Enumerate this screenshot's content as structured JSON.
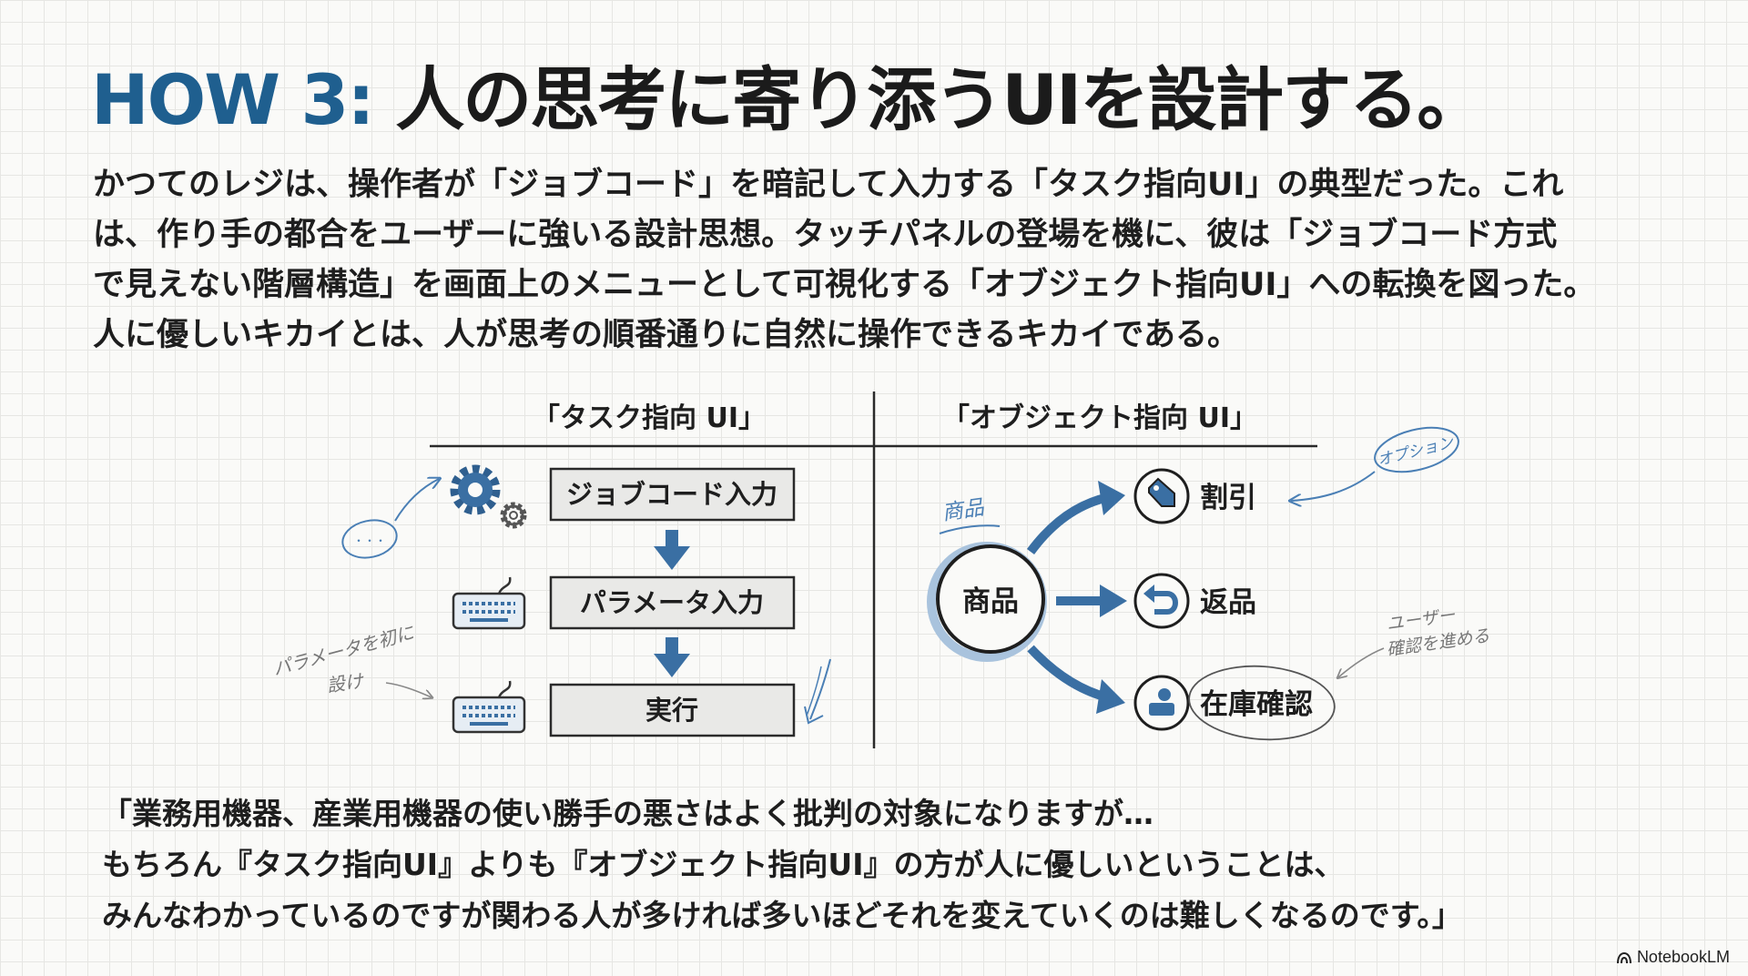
{
  "title": {
    "lead": "HOW 3:",
    "rest": "人の思考に寄り添うUIを設計する。"
  },
  "intro": {
    "lines": [
      "かつてのレジは、操作者が「ジョブコード」を暗記して入力する「タスク指向UI」の典型だった。これ",
      "は、作り手の都合をユーザーに強いる設計思想。タッチパネルの登場を機に、彼は「ジョブコード方式",
      "で見えない階層構造」を画面上のメニューとして可視化する「オブジェクト指向UI」への転換を図った。",
      "人に優しいキカイとは、人が思考の順番通りに自然に操作できるキカイである。"
    ]
  },
  "diagram": {
    "task": {
      "heading": "「タスク指向 UI」",
      "steps": [
        "ジョブコード入力",
        "パラメータ入力",
        "実行"
      ],
      "notes": {
        "bubble": "・・・",
        "param_line1": "パラメータを初に",
        "param_line2": "設け"
      }
    },
    "object": {
      "heading": "「オブジェクト指向 UI」",
      "center": "商品",
      "center_note": "商品",
      "actions": [
        {
          "label": "割引",
          "icon": "tag-icon"
        },
        {
          "label": "返品",
          "icon": "return-icon"
        },
        {
          "label": "在庫確認",
          "icon": "stock-check-icon"
        }
      ],
      "notes": {
        "option": "オプション",
        "user_line1": "ユーザー",
        "user_line2": "確認を進める"
      }
    }
  },
  "quote": {
    "lines": [
      "「業務用機器、産業用機器の使い勝手の悪さはよく批判の対象になりますが…",
      "もちろん『タスク指向UI』よりも『オブジェクト指向UI』の方が人に優しいということは、",
      "みんなわかっているのですが関わる人が多ければ多いほどそれを変えていくのは難しくなるのです。」"
    ]
  },
  "brand": {
    "name": "NotebookLM"
  },
  "colors": {
    "accent": "#1f5f8f",
    "arrow_blue": "#3a6fa3",
    "box_fill": "#e9e9e7"
  }
}
